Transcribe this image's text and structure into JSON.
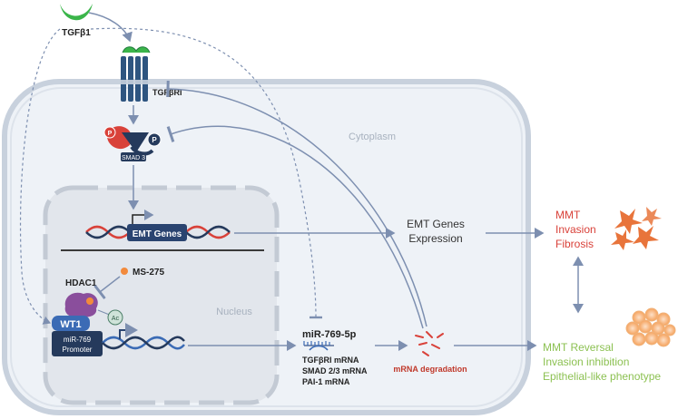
{
  "labels": {
    "tgfb1": "TGFβ1",
    "tgfbri": "TGFβRI",
    "cytoplasm": "Cytoplasm",
    "nucleus": "Nucleus",
    "p1": "P",
    "p2": "P",
    "smad": "SMAD 3",
    "emt_genes": "EMT Genes",
    "emt_expression_line1": "EMT Genes",
    "emt_expression_line2": "Expression",
    "hdac1": "HDAC1",
    "ms275": "MS-275",
    "ac": "Ac",
    "wt1": "WT1",
    "promoter_line1": "miR-769",
    "promoter_line2": "Promoter",
    "mir": "miR-769-5p",
    "target1": "TGFβRI mRNA",
    "target2": "SMAD 2/3 mRNA",
    "target3": "PAI-1 mRNA",
    "mrna_degradation": "mRNA degradation"
  },
  "outcomes": {
    "top": [
      "MMT",
      "Invasion",
      "Fibrosis"
    ],
    "bottom": [
      "MMT Reversal",
      "Invasion inhibition",
      "Epithelial-like phenotype"
    ]
  },
  "colors": {
    "red_text": "#d9423a",
    "green_text": "#8cc152",
    "green_ligand": "#3bb54a",
    "navy": "#27406b",
    "arrow": "#7d8fb0",
    "cell_fill": "#eef2f7",
    "nucleus_fill": "#e2e6ec",
    "orange": "#f28a3c",
    "purple": "#8a4e9c"
  }
}
